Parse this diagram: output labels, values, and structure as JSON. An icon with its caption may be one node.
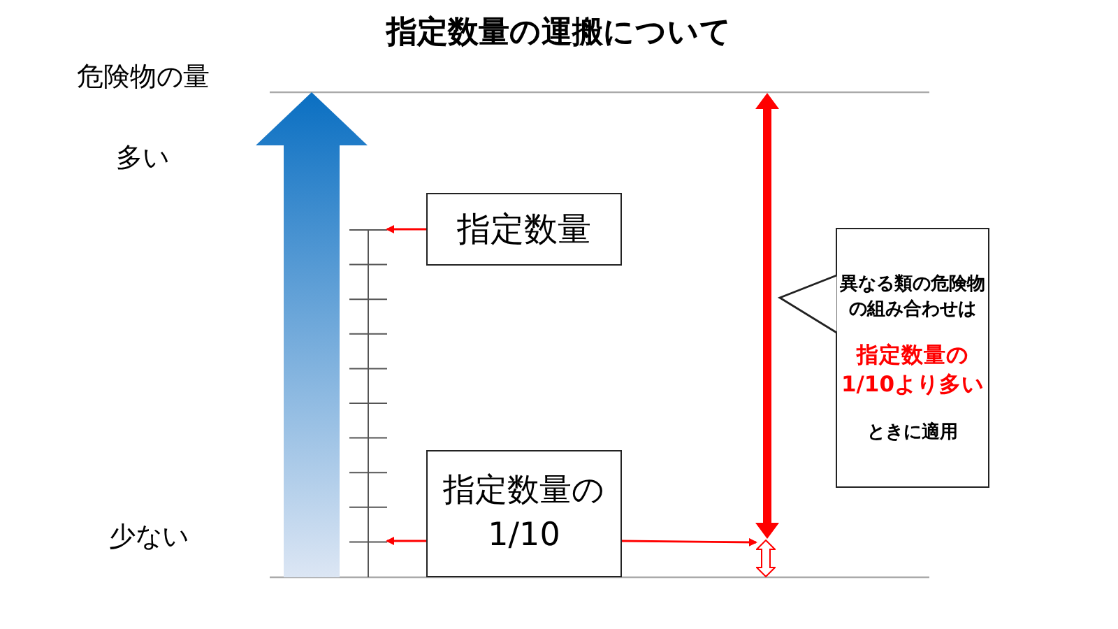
{
  "diagram": {
    "title": "指定数量の運搬について",
    "nodes": [
      {
        "text": [
          "指定数量"
        ]
      },
      {
        "text": [
          "指定数量の1/10"
        ]
      },
      {
        "text": [
          "異なる類の危険物の組み合わせは",
          "指定数量の1/10より多い",
          "ときに適用"
        ]
      },
      {
        "text": [],
        "shape": "arrow"
      },
      {
        "text": [],
        "shape": "arrow"
      },
      {
        "text": [],
        "shape": "scale"
      }
    ],
    "edges": [
      {
        "from": 0,
        "to": 5,
        "arrow": "to",
        "color": "#ff0000"
      },
      {
        "from": 1,
        "to": 5,
        "arrow": "to",
        "color": "#ff0000"
      },
      {
        "from": 1,
        "to": 4,
        "arrow": "to",
        "color": "#ff0000"
      },
      {
        "from": 2,
        "to": 3,
        "arrow": "to",
        "color": "#222222"
      }
    ],
    "labels": [
      "危険物の量",
      "多い",
      "少ない"
    ]
  }
}
